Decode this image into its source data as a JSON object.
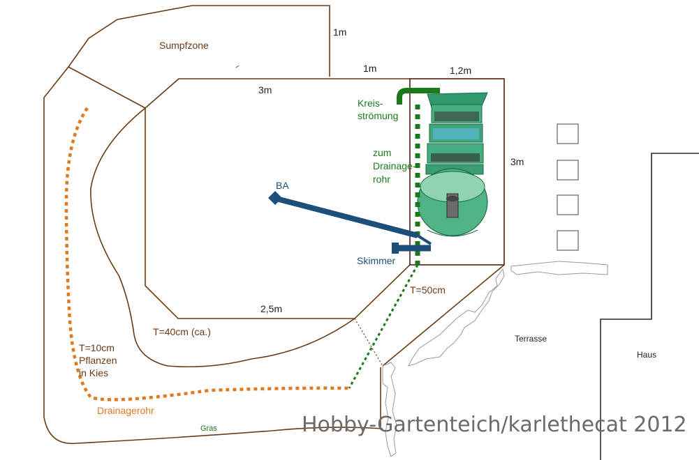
{
  "colors": {
    "outline": "#6b3a12",
    "drainage": "#e07a1e",
    "flow_green": "#1a7a1a",
    "pipe_blue": "#1c4f7a",
    "filter_green": "#56b38d"
  },
  "labels": {
    "sumpfzone": "Sumpfzone",
    "dim_1m_top": "1m",
    "dim_1m_mid": "1m",
    "dim_3m_top": "3m",
    "dim_1_2m": "1,2m",
    "dim_3m_right": "3m",
    "dim_2_5m": "2,5m",
    "kreisstroemung_1": "Kreis-",
    "kreisstroemung_2": "strömung",
    "zum_drainage_1": "zum",
    "zum_drainage_2": "Drainage-",
    "zum_drainage_3": "rohr",
    "ba": "BA",
    "skimmer": "Skimmer",
    "t50": "T=50cm",
    "t40": "T=40cm (ca.)",
    "t10_1": "T=10cm",
    "t10_2": "Pflanzen",
    "t10_3": "in Kies",
    "drainagerohr": "Drainagerohr",
    "gras": "Gras",
    "terrasse": "Terrasse",
    "haus": "Haus",
    "watermark": "Hobby-Gartenteich/karlethecat 2012"
  }
}
